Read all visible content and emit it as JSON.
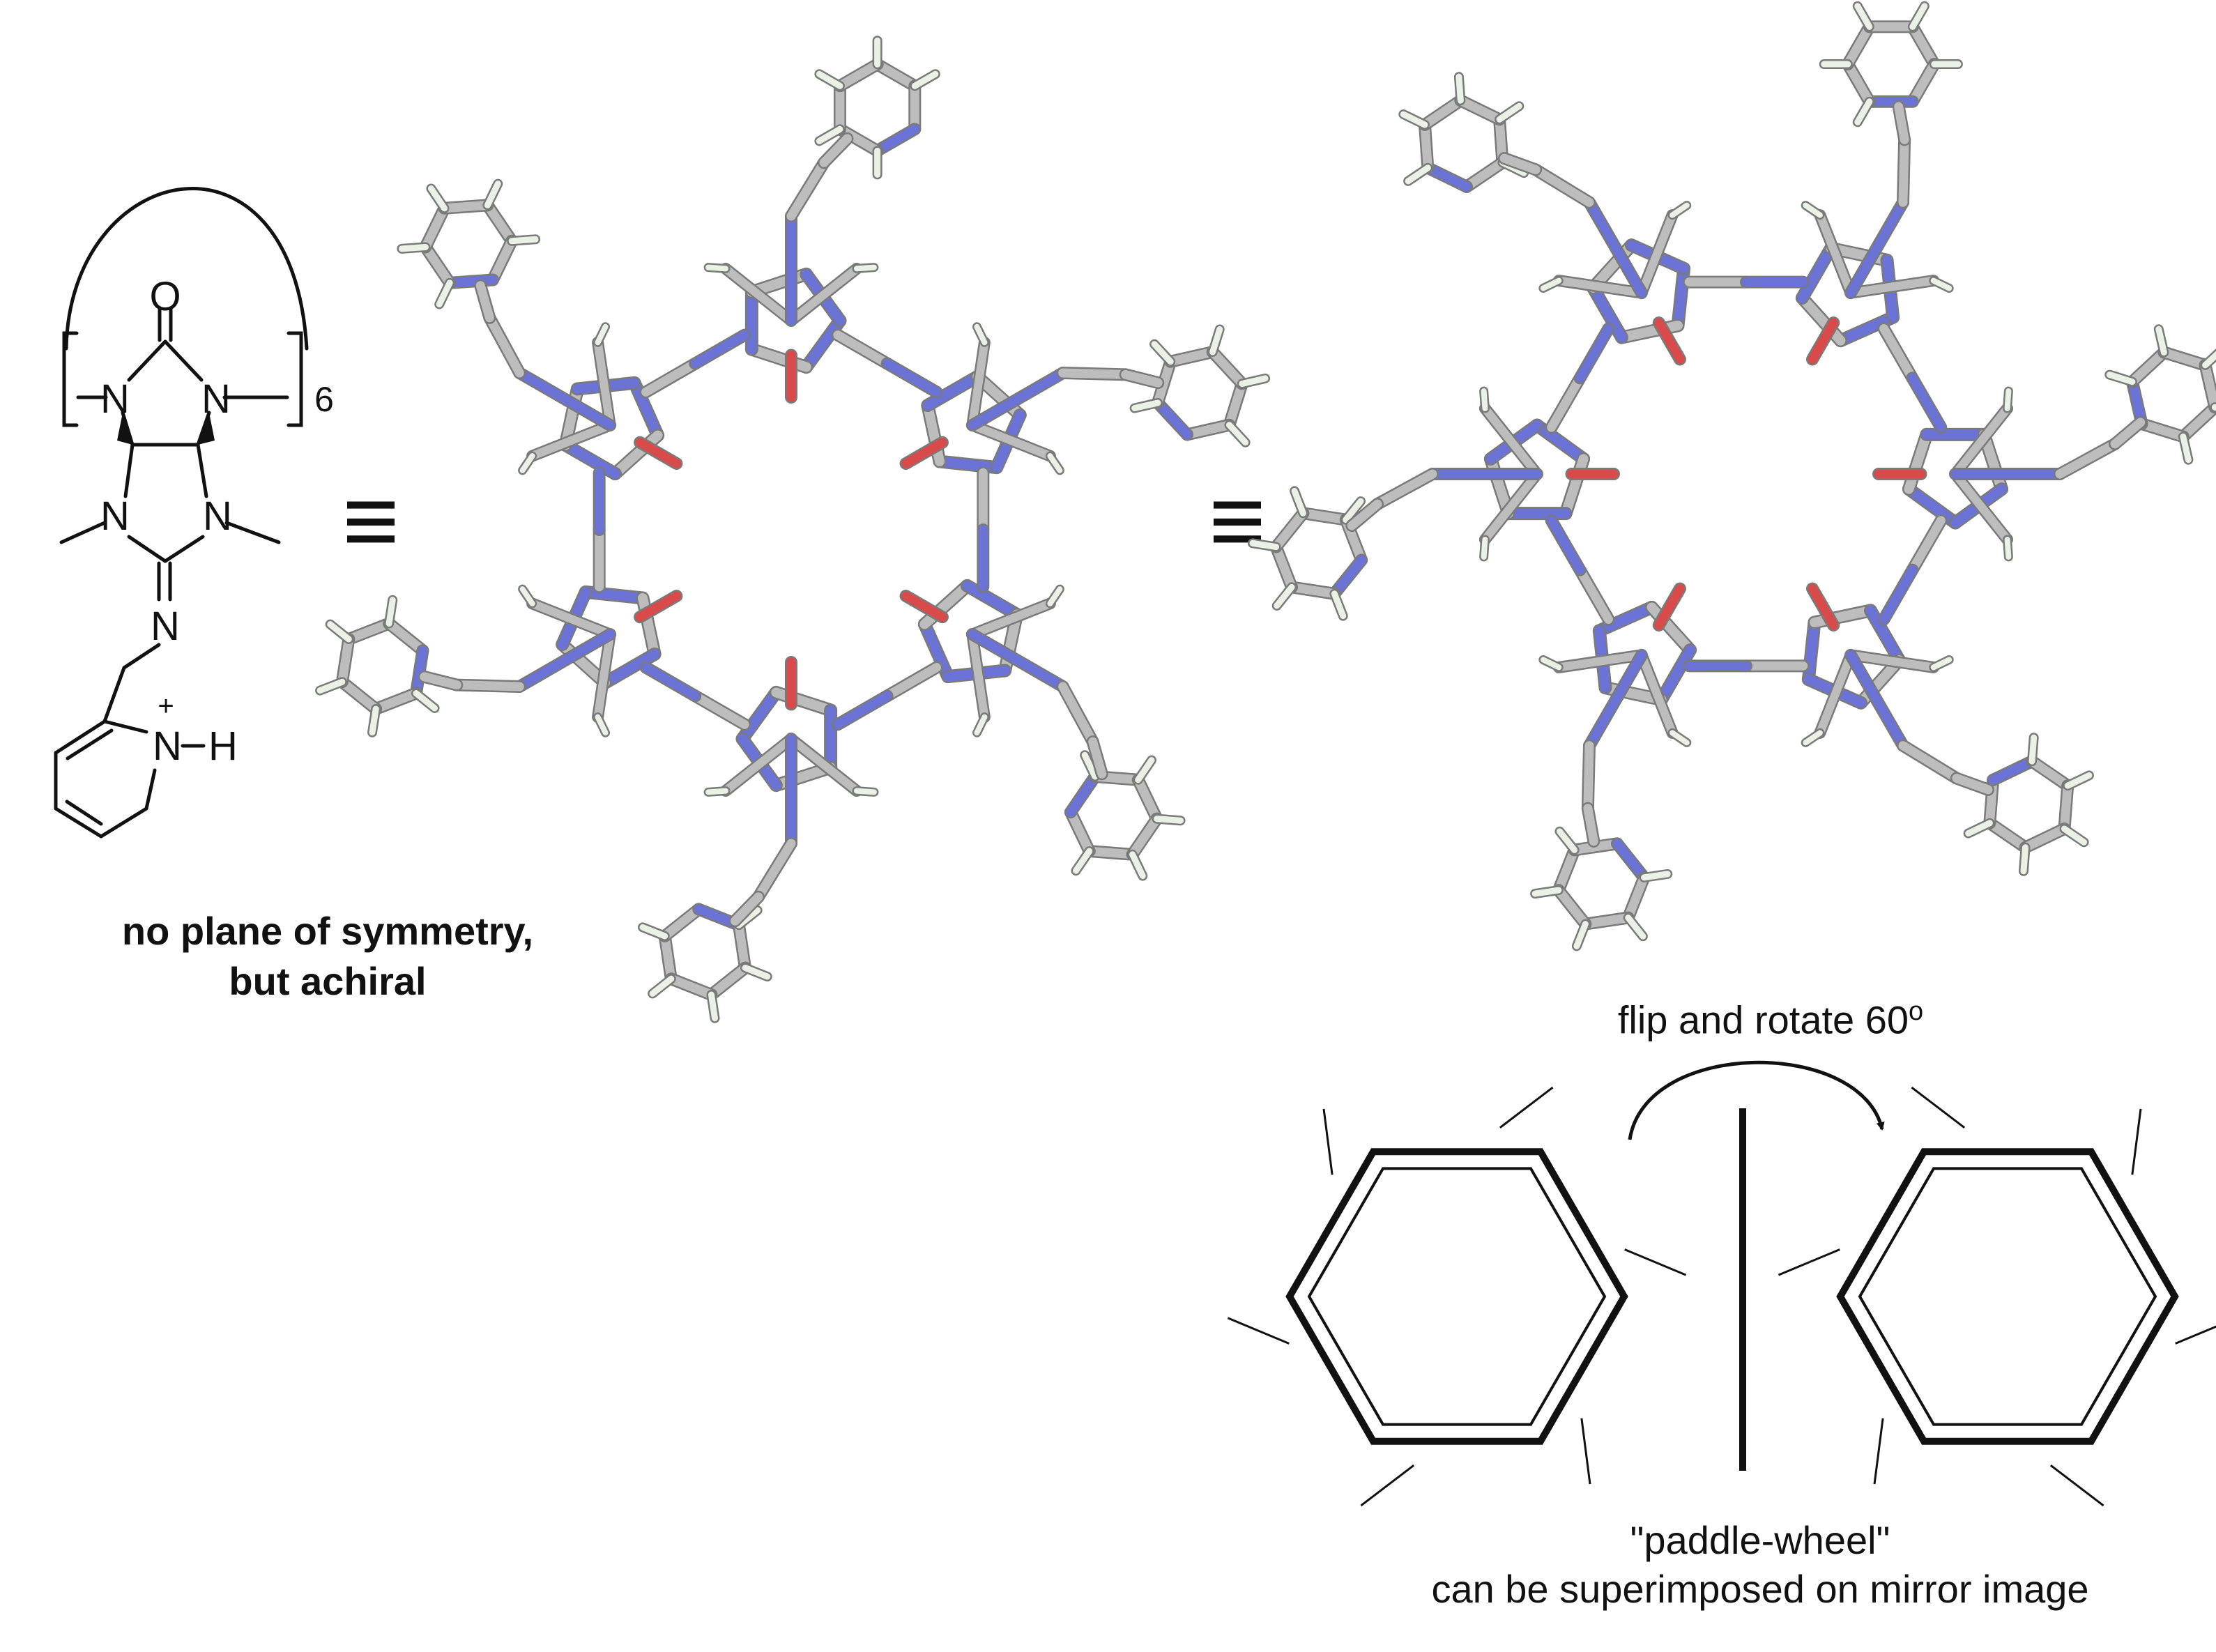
{
  "structure": {
    "atoms": {
      "carbonyl_o": "O",
      "n_ring_left": "N",
      "n_ring_right": "N",
      "n_lower_left": "N",
      "n_lower_right": "N",
      "imine_n": "N",
      "pyridinium_n": "N",
      "charge": "+",
      "hydrogen": "H"
    },
    "repeat_subscript": "6"
  },
  "equivalence_symbol": "≡",
  "captions": {
    "left_line1": "no plane of symmetry,",
    "left_line2": "but achiral",
    "flip_text": "flip and rotate 60",
    "flip_superscript": "o",
    "paddle_line1": "\"paddle-wheel\"",
    "paddle_line2": "can be superimposed on mirror image"
  },
  "colors": {
    "carbon": "#bdbdbd",
    "hydrogen": "#e9f2e4",
    "nitrogen": "#6b74d6",
    "oxygen": "#d94b4b",
    "ink": "#111111"
  }
}
